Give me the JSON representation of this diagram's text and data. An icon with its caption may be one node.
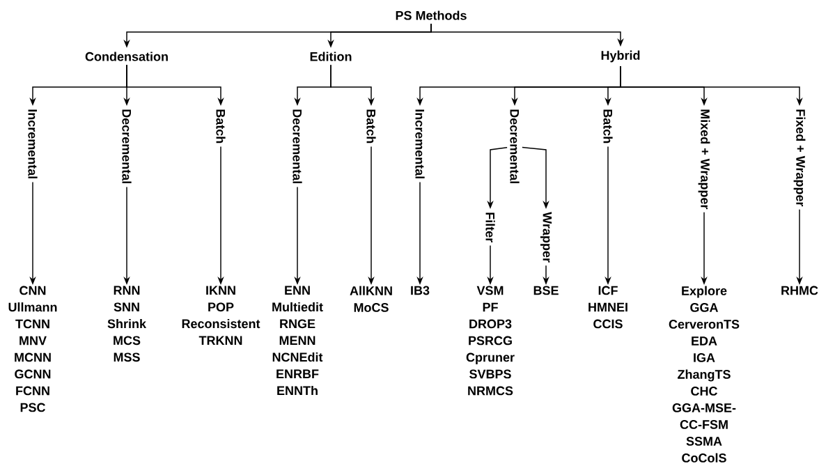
{
  "diagram": {
    "nodes": [
      {
        "text": [
          "PS Methods"
        ]
      },
      {
        "text": [
          "Condensation"
        ]
      },
      {
        "text": [
          "Edition"
        ]
      },
      {
        "text": [
          "Hybrid"
        ]
      },
      {
        "text": [
          "Incremental"
        ]
      },
      {
        "text": [
          "Decremental"
        ]
      },
      {
        "text": [
          "Batch"
        ]
      },
      {
        "text": [
          "Decremental"
        ]
      },
      {
        "text": [
          "Batch"
        ]
      },
      {
        "text": [
          "Incremental"
        ]
      },
      {
        "text": [
          "Decremental"
        ]
      },
      {
        "text": [
          "Batch"
        ]
      },
      {
        "text": [
          "Mixed + Wrapper"
        ]
      },
      {
        "text": [
          "Fixed + Wrapper"
        ]
      },
      {
        "text": [
          "Filter"
        ]
      },
      {
        "text": [
          "Wrapper"
        ]
      },
      {
        "text": [
          "CNN",
          "Ullmann",
          "TCNN",
          "MNV",
          "MCNN",
          "GCNN",
          "FCNN",
          "PSC"
        ]
      },
      {
        "text": [
          "RNN",
          "SNN",
          "Shrink",
          "MCS",
          "MSS"
        ]
      },
      {
        "text": [
          "IKNN",
          "POP",
          "Reconsistent",
          "TRKNN"
        ]
      },
      {
        "text": [
          "ENN",
          "Multiedit",
          "RNGE",
          "MENN",
          "NCNEdit",
          "ENRBF",
          "ENNTh"
        ]
      },
      {
        "text": [
          "AllKNN",
          "MoCS"
        ]
      },
      {
        "text": [
          "IB3"
        ]
      },
      {
        "text": [
          "VSM",
          "PF",
          "DROP3",
          "PSRCG",
          "Cpruner",
          "SVBPS",
          "NRMCS"
        ]
      },
      {
        "text": [
          "BSE"
        ]
      },
      {
        "text": [
          "ICF",
          "HMNEI",
          "CCIS"
        ]
      },
      {
        "text": [
          "Explore",
          "GGA",
          "CerveronTS",
          "EDA",
          "IGA",
          "ZhangTS",
          "CHC",
          "GGA-MSE-CC-FSM",
          "SSMA",
          "CoColS"
        ]
      },
      {
        "text": [
          "RHMC"
        ]
      }
    ],
    "edges": [
      {
        "from": 0,
        "to": 1,
        "arrow": "to"
      },
      {
        "from": 0,
        "to": 2,
        "arrow": "to"
      },
      {
        "from": 0,
        "to": 3,
        "arrow": "to"
      },
      {
        "from": 1,
        "to": 4,
        "arrow": "to"
      },
      {
        "from": 1,
        "to": 5,
        "arrow": "to"
      },
      {
        "from": 1,
        "to": 6,
        "arrow": "to"
      },
      {
        "from": 2,
        "to": 7,
        "arrow": "to"
      },
      {
        "from": 2,
        "to": 8,
        "arrow": "to"
      },
      {
        "from": 3,
        "to": 9,
        "arrow": "to"
      },
      {
        "from": 3,
        "to": 10,
        "arrow": "to"
      },
      {
        "from": 3,
        "to": 11,
        "arrow": "to"
      },
      {
        "from": 3,
        "to": 12,
        "arrow": "to"
      },
      {
        "from": 3,
        "to": 13,
        "arrow": "to"
      },
      {
        "from": 10,
        "to": 14,
        "arrow": "to"
      },
      {
        "from": 10,
        "to": 15,
        "arrow": "to"
      },
      {
        "from": 4,
        "to": 16,
        "arrow": "to"
      },
      {
        "from": 5,
        "to": 17,
        "arrow": "to"
      },
      {
        "from": 6,
        "to": 18,
        "arrow": "to"
      },
      {
        "from": 7,
        "to": 19,
        "arrow": "to"
      },
      {
        "from": 8,
        "to": 20,
        "arrow": "to"
      },
      {
        "from": 9,
        "to": 21,
        "arrow": "to"
      },
      {
        "from": 14,
        "to": 22,
        "arrow": "to"
      },
      {
        "from": 15,
        "to": 23,
        "arrow": "to"
      },
      {
        "from": 11,
        "to": 24,
        "arrow": "to"
      },
      {
        "from": 12,
        "to": 25,
        "arrow": "to"
      },
      {
        "from": 13,
        "to": 26,
        "arrow": "to"
      }
    ]
  }
}
